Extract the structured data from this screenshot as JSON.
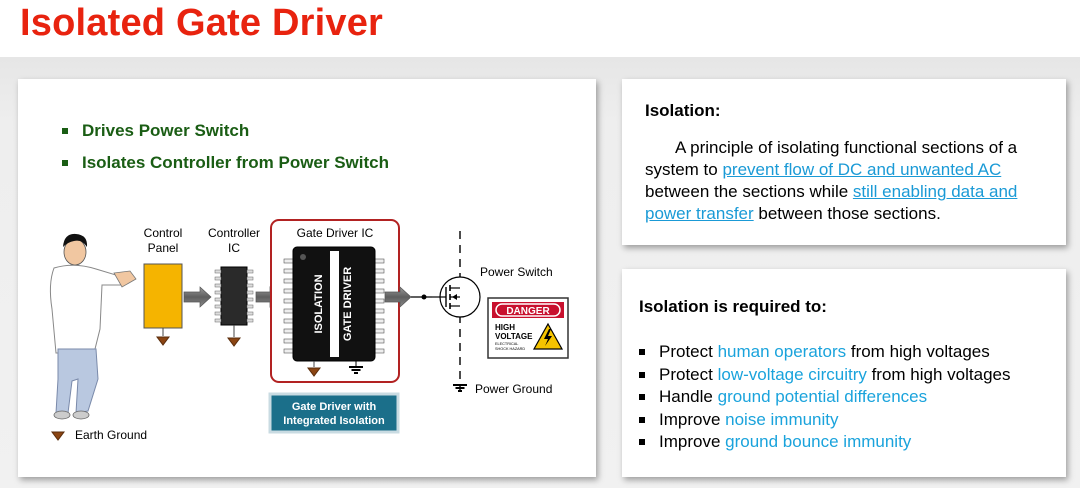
{
  "title": "Isolated Gate Driver",
  "left_card": {
    "bullets": [
      "Drives Power Switch",
      "Isolates Controller from Power Switch"
    ],
    "diagram": {
      "control_panel": "Control\nPanel",
      "controller_ic": "Controller\nIC",
      "gate_driver_ic": "Gate Driver IC",
      "isolation_label": "ISOLATION",
      "gate_driver_label": "GATE DRIVER",
      "power_switch": "Power Switch",
      "power_ground": "Power Ground",
      "earth_ground": "Earth Ground",
      "callout": "Gate Driver with\nIntegrated Isolation",
      "danger_sign": {
        "header": "DANGER",
        "line1": "HIGH",
        "line2": "VOLTAGE",
        "line3": "ELECTRICAL",
        "line4": "SHOCK HAZARD"
      }
    }
  },
  "isolation_card": {
    "heading": "Isolation:",
    "text_1": "A principle of isolating functional sections of a system to ",
    "link_1": "prevent flow of DC and unwanted AC",
    "text_2": " between the sections while ",
    "link_2": "still enabling data and power transfer",
    "text_3": " between those sections."
  },
  "required_card": {
    "heading": "Isolation is required to:",
    "items": [
      {
        "pre": "Protect ",
        "hl": "human operators",
        "post": " from high voltages"
      },
      {
        "pre": "Protect ",
        "hl": "low-voltage circuitry",
        "post": " from high voltages"
      },
      {
        "pre": "Handle ",
        "hl": "ground potential differences",
        "post": ""
      },
      {
        "pre": "Improve ",
        "hl": "noise immunity",
        "post": ""
      },
      {
        "pre": "Improve ",
        "hl": "ground bounce immunity",
        "post": ""
      }
    ]
  },
  "colors": {
    "title": "#e8230f",
    "bullets": "#1a5d14",
    "link": "#1a9ad6",
    "callout_bg": "#1b6f8a",
    "gate_driver_border": "#b22222",
    "control_panel": "#f5b400"
  }
}
